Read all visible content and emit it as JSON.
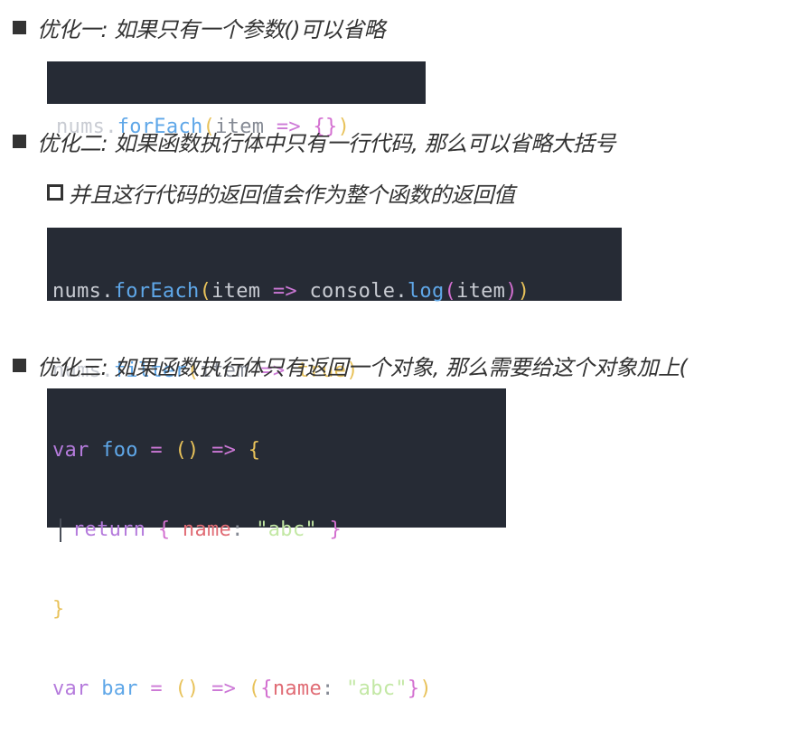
{
  "items": [
    {
      "text": "优化一: 如果只有一个参数()可以省略"
    },
    {
      "text": "优化二: 如果函数执行体中只有一行代码, 那么可以省略大括号"
    },
    {
      "text": "并且这行代码的返回值会作为整个函数的返回值"
    },
    {
      "text": "优化三: 如果函数执行体只有返回一个对象, 那么需要给这个对象加上("
    }
  ],
  "code1": [
    [
      {
        "t": "nums",
        "c": "default"
      },
      {
        "t": ".",
        "c": "default"
      },
      {
        "t": "forEach",
        "c": "func"
      },
      {
        "t": "(",
        "c": "paren1"
      },
      {
        "t": "item",
        "c": "dim"
      },
      {
        "t": " ",
        "c": "default"
      },
      {
        "t": "=>",
        "c": "op"
      },
      {
        "t": " ",
        "c": "default"
      },
      {
        "t": "{}",
        "c": "brace"
      },
      {
        "t": ")",
        "c": "paren1"
      }
    ]
  ],
  "code2": [
    [
      {
        "t": "nums",
        "c": "default"
      },
      {
        "t": ".",
        "c": "default"
      },
      {
        "t": "forEach",
        "c": "func"
      },
      {
        "t": "(",
        "c": "paren1"
      },
      {
        "t": "item",
        "c": "default"
      },
      {
        "t": " ",
        "c": "default"
      },
      {
        "t": "=>",
        "c": "op"
      },
      {
        "t": " ",
        "c": "default"
      },
      {
        "t": "console",
        "c": "default"
      },
      {
        "t": ".",
        "c": "default"
      },
      {
        "t": "log",
        "c": "func"
      },
      {
        "t": "(",
        "c": "paren2"
      },
      {
        "t": "item",
        "c": "default"
      },
      {
        "t": ")",
        "c": "paren2"
      },
      {
        "t": ")",
        "c": "paren1"
      }
    ],
    [
      {
        "t": "nums",
        "c": "default"
      },
      {
        "t": ".",
        "c": "default"
      },
      {
        "t": "filter",
        "c": "func"
      },
      {
        "t": "(",
        "c": "paren1"
      },
      {
        "t": "item",
        "c": "dim"
      },
      {
        "t": " ",
        "c": "default"
      },
      {
        "t": "=>",
        "c": "op"
      },
      {
        "t": " ",
        "c": "default"
      },
      {
        "t": "true",
        "c": "bool"
      },
      {
        "t": ")",
        "c": "paren1"
      }
    ]
  ],
  "code3": [
    [
      {
        "t": "var",
        "c": "keyword"
      },
      {
        "t": " ",
        "c": "default"
      },
      {
        "t": "foo",
        "c": "func"
      },
      {
        "t": " ",
        "c": "default"
      },
      {
        "t": "=",
        "c": "op"
      },
      {
        "t": " ",
        "c": "default"
      },
      {
        "t": "()",
        "c": "paren1"
      },
      {
        "t": " ",
        "c": "default"
      },
      {
        "t": "=>",
        "c": "op"
      },
      {
        "t": " ",
        "c": "default"
      },
      {
        "t": "{",
        "c": "brace-yellow"
      }
    ],
    [
      {
        "t": "return",
        "c": "keyword"
      },
      {
        "t": " ",
        "c": "default"
      },
      {
        "t": "{",
        "c": "brace"
      },
      {
        "t": " ",
        "c": "default"
      },
      {
        "t": "name",
        "c": "prop"
      },
      {
        "t": ":",
        "c": "dim"
      },
      {
        "t": " ",
        "c": "default"
      },
      {
        "t": "\"abc\"",
        "c": "string"
      },
      {
        "t": " ",
        "c": "default"
      },
      {
        "t": "}",
        "c": "brace"
      }
    ],
    [
      {
        "t": "}",
        "c": "brace-yellow"
      }
    ],
    [
      {
        "t": "var",
        "c": "keyword"
      },
      {
        "t": " ",
        "c": "default"
      },
      {
        "t": "bar",
        "c": "func"
      },
      {
        "t": " ",
        "c": "default"
      },
      {
        "t": "=",
        "c": "op"
      },
      {
        "t": " ",
        "c": "default"
      },
      {
        "t": "()",
        "c": "paren1"
      },
      {
        "t": " ",
        "c": "default"
      },
      {
        "t": "=>",
        "c": "op"
      },
      {
        "t": " ",
        "c": "default"
      },
      {
        "t": "(",
        "c": "paren1"
      },
      {
        "t": "{",
        "c": "brace"
      },
      {
        "t": "name",
        "c": "prop"
      },
      {
        "t": ":",
        "c": "dim"
      },
      {
        "t": " ",
        "c": "default"
      },
      {
        "t": "\"abc\"",
        "c": "string"
      },
      {
        "t": "}",
        "c": "brace"
      },
      {
        "t": ")",
        "c": "paren1"
      }
    ]
  ]
}
